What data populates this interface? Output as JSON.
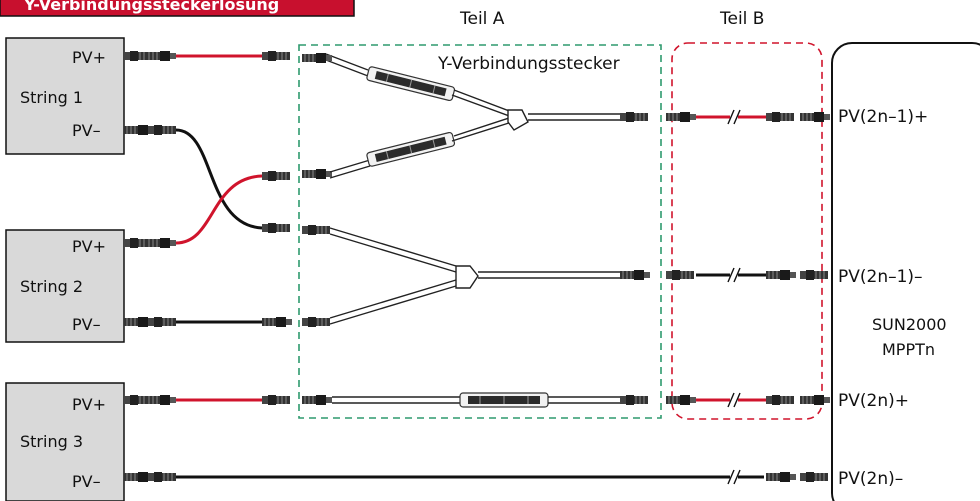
{
  "banner": {
    "title": "Y-Verbindungssteckerlösung",
    "color": "#c8102e"
  },
  "parts": {
    "a": "Teil A",
    "b": "Teil B"
  },
  "y_connector_label": "Y-Verbindungsstecker",
  "strings": [
    {
      "name": "String 1",
      "plus": "PV+",
      "minus": "PV–"
    },
    {
      "name": "String 2",
      "plus": "PV+",
      "minus": "PV–"
    },
    {
      "name": "String 3",
      "plus": "PV+",
      "minus": "PV–"
    }
  ],
  "inverter": {
    "model": "SUN2000",
    "mppt": "MPPTn",
    "ports": [
      "PV(2n–1)+",
      "PV(2n–1)–",
      "PV(2n)+",
      "PV(2n)–"
    ]
  },
  "colors": {
    "positive_cable": "#d0142c",
    "negative_cable": "#111111",
    "string_box": "#d9d9d9",
    "teil_a_outline": "#2e9a6e",
    "teil_b_outline": "#d0142c"
  }
}
